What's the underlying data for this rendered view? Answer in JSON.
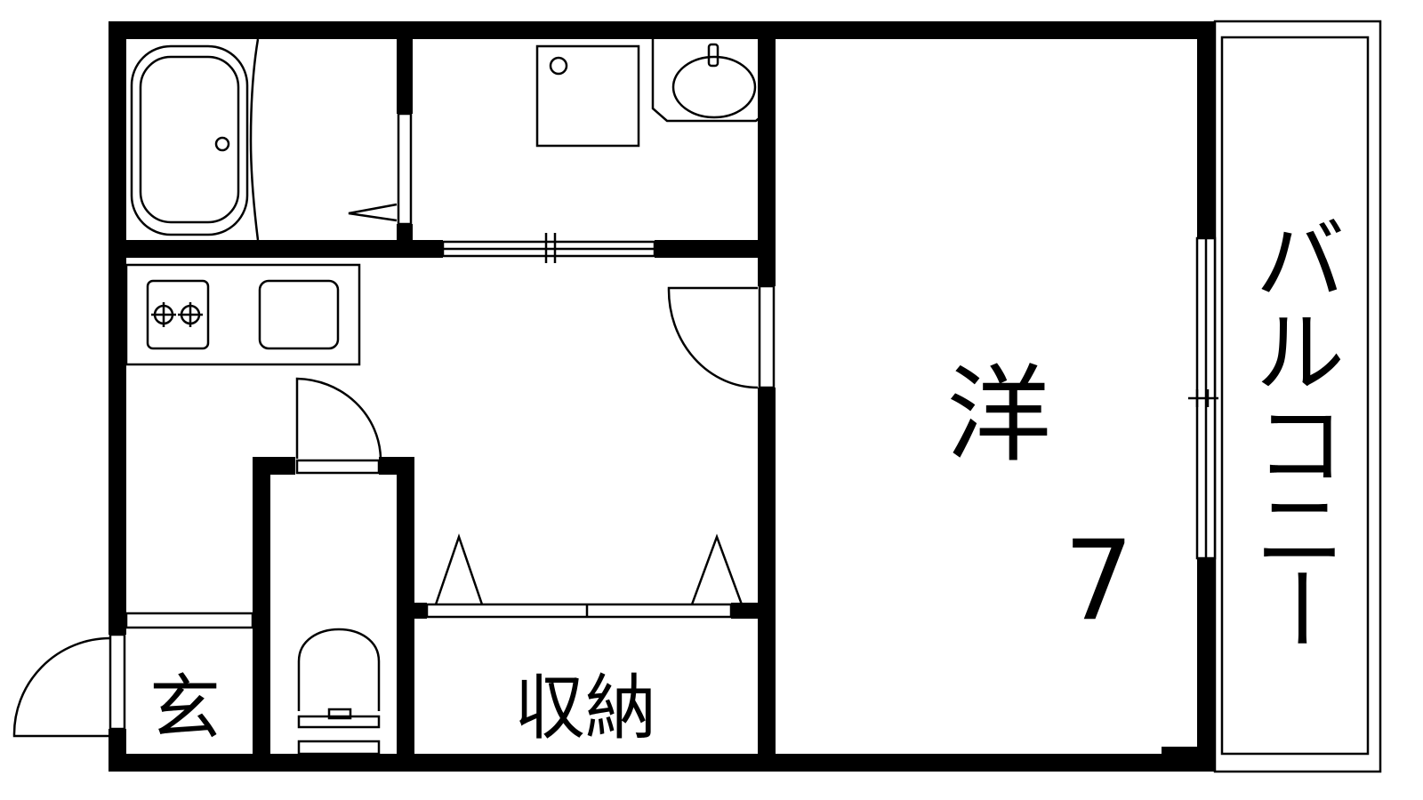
{
  "rooms": {
    "western": {
      "label": "洋",
      "size": "7"
    },
    "storage": {
      "label": "収納"
    },
    "entrance": {
      "label": "玄"
    },
    "balcony": {
      "label": "バルコニー",
      "chars": [
        "バ",
        "ル",
        "コ",
        "ニ",
        "ー"
      ]
    }
  },
  "icons": {
    "bathtub": "bathtub-icon",
    "washing_machine": "washing-machine-pan-icon",
    "wash_basin": "wash-basin-icon",
    "stove": "gas-stove-icon",
    "sink": "kitchen-sink-icon",
    "toilet": "toilet-icon"
  },
  "colors": {
    "wall": "#000000",
    "background": "#ffffff"
  }
}
